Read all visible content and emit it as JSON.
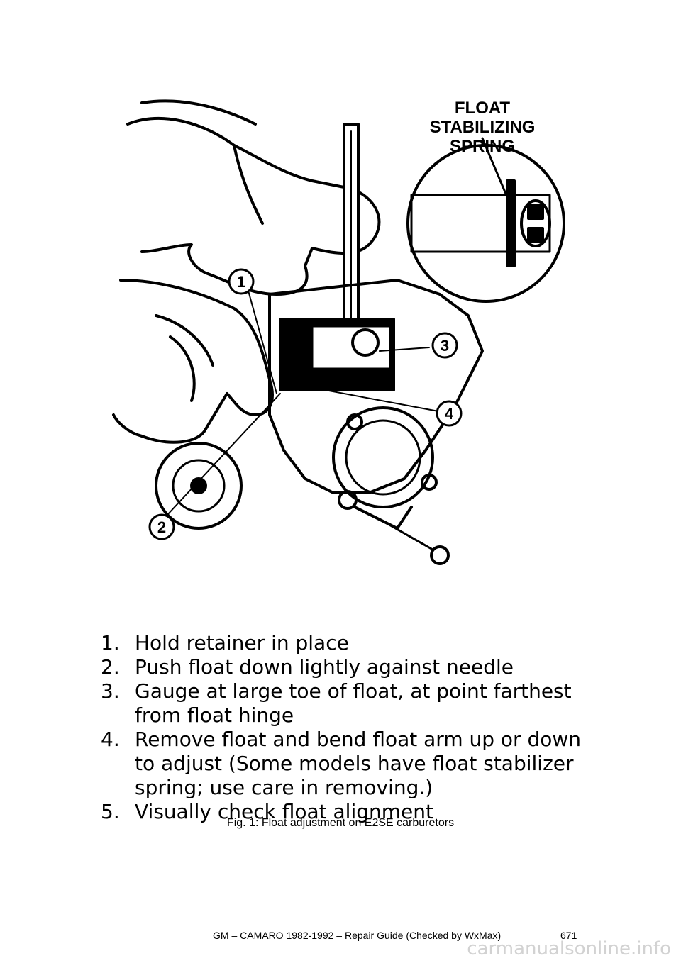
{
  "figure": {
    "label_lines": [
      "FLOAT",
      "STABILIZING",
      "SPRING"
    ],
    "callouts": [
      "1",
      "2",
      "3",
      "4"
    ]
  },
  "steps": [
    {
      "num": "1.",
      "text": "Hold retainer in place"
    },
    {
      "num": "2.",
      "text": "Push float down lightly against needle"
    },
    {
      "num": "3.",
      "text": "Gauge at large toe of float, at point farthest from float hinge"
    },
    {
      "num": "4.",
      "text": "Remove float and bend float arm up or down to adjust (Some models have float stabilizer spring; use care in removing.)"
    },
    {
      "num": "5.",
      "text": "Visually check float alignment"
    }
  ],
  "caption": "Fig. 1: Float adjustment on E2SE carburetors",
  "footer": {
    "title": "GM – CAMARO 1982-1992 – Repair Guide (Checked by WxMax)",
    "page_number": "671"
  },
  "watermark": "carmanualsonline.info"
}
